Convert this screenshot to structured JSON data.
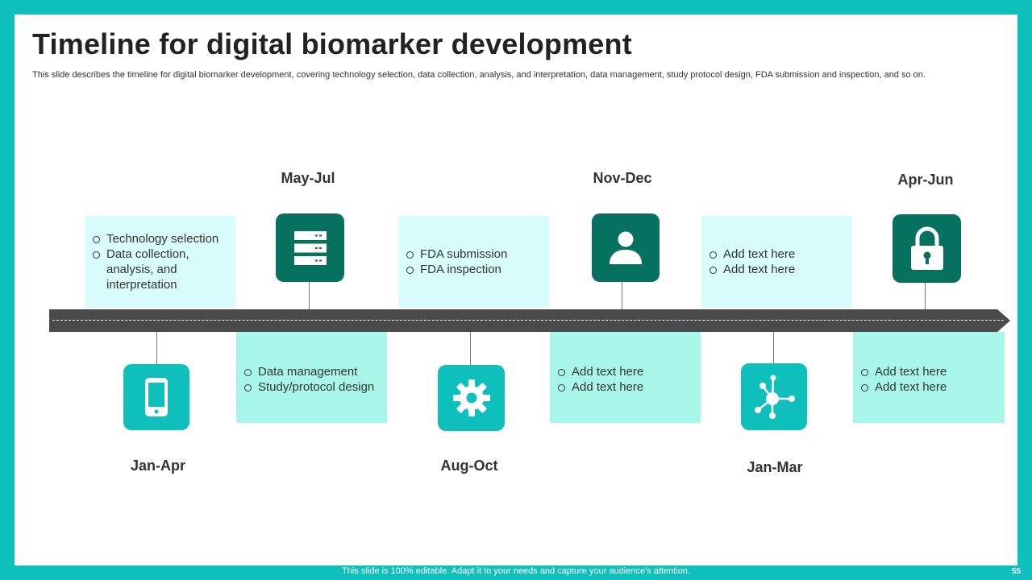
{
  "slide": {
    "title": "Timeline for digital biomarker development",
    "subtitle": "This slide describes the timeline for digital biomarker development, covering technology selection, data collection, analysis, and interpretation, data management, study protocol design, FDA submission and inspection, and so on."
  },
  "timeline": {
    "labels": {
      "may_jul": "May-Jul",
      "nov_dec": "Nov-Dec",
      "apr_jun": "Apr-Jun",
      "jan_apr": "Jan-Apr",
      "aug_oct": "Aug-Oct",
      "jan_mar": "Jan-Mar"
    },
    "boxes": {
      "tech": [
        "Technology selection",
        "Data collection, analysis, and interpretation"
      ],
      "fda": [
        "FDA submission",
        "FDA inspection"
      ],
      "top_add": [
        "Add text here",
        "Add text here"
      ],
      "data_mgmt": [
        "Data management",
        "Study/protocol design"
      ],
      "mid_add": [
        "Add text here",
        "Add text here"
      ],
      "end_add": [
        "Add text here",
        "Add text here"
      ]
    },
    "icons": {
      "may_jul": "server-icon",
      "nov_dec": "user-icon",
      "apr_jun": "lock-icon",
      "jan_apr": "smartphone-icon",
      "aug_oct": "gear-icon",
      "jan_mar": "network-icon"
    },
    "colors": {
      "frame": "#0fbfbb",
      "dark_icon": "#077160",
      "light_icon": "#0fbfbb",
      "top_box": "#d8fbfb",
      "bottom_box": "#a8f6ea",
      "arrow": "#4a4a4a"
    }
  },
  "footer": {
    "note": "This slide is 100% editable. Adapt it to your needs and capture your audience's attention.",
    "page": "55"
  }
}
